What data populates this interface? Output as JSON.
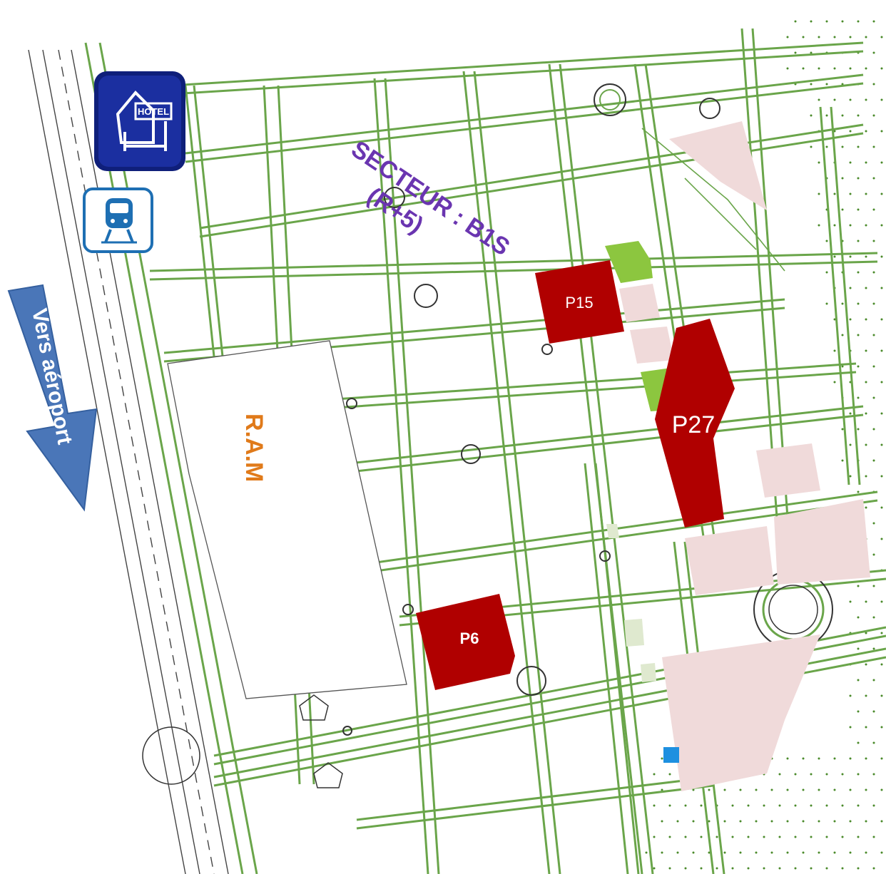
{
  "labels": {
    "sector_line1": "SECTEUR :  B1S",
    "sector_line2": "(R+5)",
    "ram": "R.A.M",
    "direction": "Vers aéroport",
    "hotel": "HOTEL"
  },
  "plots": [
    {
      "id": "P15",
      "label": "P15"
    },
    {
      "id": "P27",
      "label": "P27"
    },
    {
      "id": "P6",
      "label": "P6"
    }
  ],
  "icons": {
    "hotel": "hotel-icon",
    "train": "train-icon",
    "arrow": "arrow-down-left-icon"
  },
  "colors": {
    "plot": "#b00000",
    "green_space": "#8cc63f",
    "pink_zone": "#f0dada",
    "road": "#6aa54a",
    "sector_text": "#6a35b0",
    "ram_text": "#e07a1a",
    "arrow": "#4a76b8",
    "hotel_icon": "#1b2fa0",
    "train_icon": "#1e6fb3",
    "water": "#1e90e0"
  }
}
